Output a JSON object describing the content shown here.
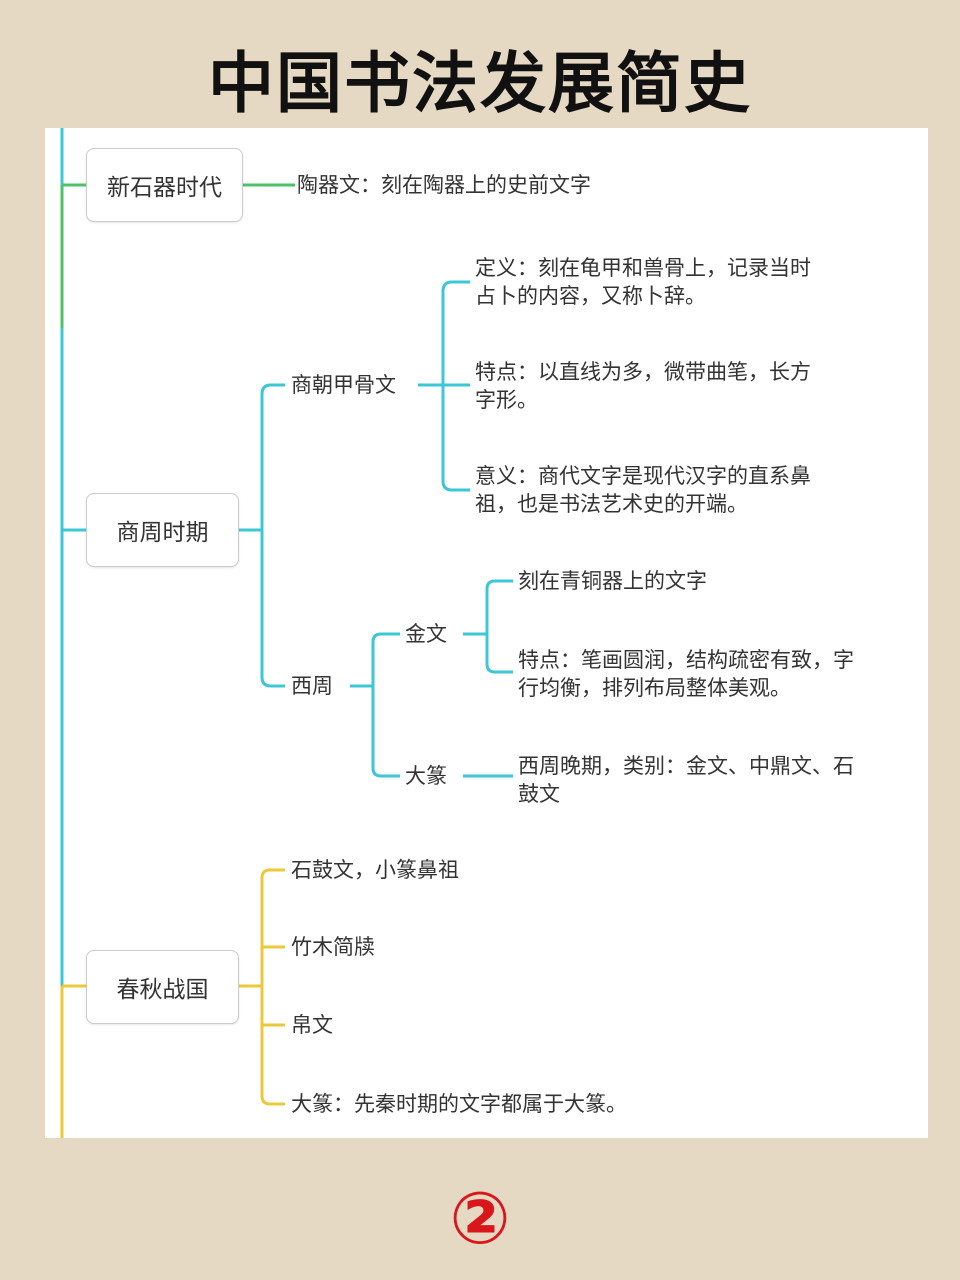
{
  "title": "中国书法发展简史",
  "page_number": "②",
  "colors": {
    "background": "#e6d9c4",
    "branch_neolithic": "#4cc26a",
    "branch_shangzhou": "#3cc7d6",
    "branch_chunqiu": "#ecc93a",
    "page_number": "#d8161b"
  },
  "periods": [
    {
      "label": "新石器时代",
      "items": [
        "陶器文：刻在陶器上的史前文字"
      ]
    },
    {
      "label": "商周时期",
      "shang": {
        "label": "商朝甲骨文",
        "items": [
          [
            "定义：刻在龟甲和兽骨上，记录当时",
            "占卜的内容，又称卜辞。"
          ],
          [
            "特点：以直线为多，微带曲笔，长方",
            "字形。"
          ],
          [
            "意义：商代文字是现代汉字的直系鼻",
            "祖，也是书法艺术史的开端。"
          ]
        ]
      },
      "zhou": {
        "label": "西周",
        "jinwen": {
          "label": "金文",
          "items": [
            [
              "刻在青铜器上的文字"
            ],
            [
              "特点：笔画圆润，结构疏密有致，字",
              "行均衡，排列布局整体美观。"
            ]
          ]
        },
        "dazhuan": {
          "label": "大篆",
          "items": [
            [
              "西周晚期，类别：金文、中鼎文、石",
              "鼓文"
            ]
          ]
        }
      }
    },
    {
      "label": "春秋战国",
      "items": [
        "石鼓文，小篆鼻祖",
        "竹木简牍",
        "帛文",
        "大篆：先秦时期的文字都属于大篆。"
      ]
    }
  ]
}
